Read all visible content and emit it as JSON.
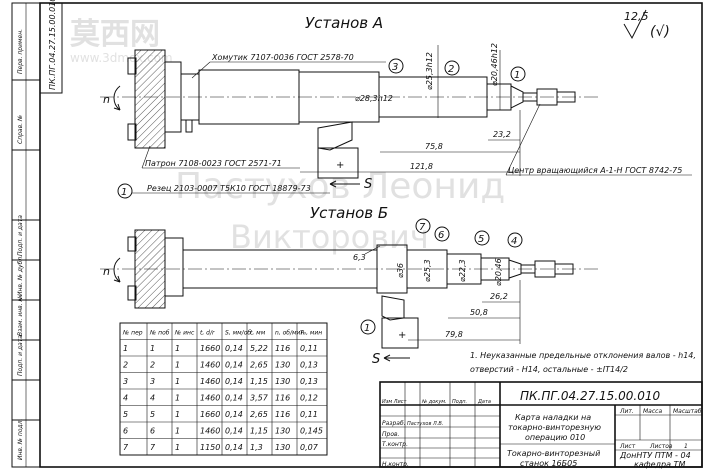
{
  "frame": {
    "stamp_vertical": "ПК.ПГ.04.27.15.00.010",
    "side_labels": [
      "Перв. примен.",
      "Справ. №",
      "Подп. и дата",
      "Инв. № дубл.",
      "Взам. инв. №",
      "Подп. и дата",
      "Инв. № подл."
    ]
  },
  "watermark": {
    "logo": "莫西网",
    "site": "www.3dmox.com",
    "author_line1": "Пастухов Леонид",
    "author_line2": "Викторович"
  },
  "roughness": {
    "value": "12,5",
    "bracket": "(√)"
  },
  "setup_a": {
    "title": "Установ А",
    "clamp_note": "Хомутик 7107-0036 ГОСТ 2578-70",
    "chuck_note": "Патрон 7108-0023 ГОСТ 2571-71",
    "tool_note": "Резец 2103-0007 Т5К10 ГОСТ 18879-73",
    "center_note": "Центр вращающийся А-1-Н ГОСТ 8742-75",
    "spindle_label": "n",
    "feed_label": "S",
    "tool_num": "1",
    "dims": {
      "d1": "⌀28,3h12",
      "d2": "⌀25,3h12",
      "d3": "⌀20,46h12",
      "l1": "23,2",
      "l2": "75,8",
      "l3": "121,8"
    },
    "surface_labels": [
      "3",
      "2",
      "1"
    ]
  },
  "setup_b": {
    "title": "Установ Б",
    "spindle_label": "n",
    "feed_label": "S",
    "tool_num": "1",
    "dims": {
      "r": "6,3",
      "d1": "⌀36",
      "d2": "⌀25,3",
      "d3": "⌀22,3",
      "d4": "⌀20,46",
      "l1": "26,2",
      "l2": "50,8",
      "l3": "79,8"
    },
    "surface_labels": [
      "7",
      "6",
      "5",
      "4"
    ]
  },
  "mode_table": {
    "headers": [
      "№ пер",
      "№ поб",
      "№ инс",
      "t, d/r",
      "S, мм/об",
      "t, мм",
      "n, об/мин",
      "T₀, мин"
    ],
    "rows": [
      [
        "1",
        "1",
        "1",
        "1660",
        "0,14",
        "5,22",
        "116",
        "0,11"
      ],
      [
        "2",
        "2",
        "1",
        "1460",
        "0,14",
        "2,65",
        "130",
        "0,13"
      ],
      [
        "3",
        "3",
        "1",
        "1460",
        "0,14",
        "1,15",
        "130",
        "0,13"
      ],
      [
        "4",
        "4",
        "1",
        "1460",
        "0,14",
        "3,57",
        "116",
        "0,12"
      ],
      [
        "5",
        "5",
        "1",
        "1660",
        "0,14",
        "2,65",
        "116",
        "0,11"
      ],
      [
        "6",
        "6",
        "1",
        "1460",
        "0,14",
        "1,15",
        "130",
        "0,145"
      ],
      [
        "7",
        "7",
        "1",
        "1150",
        "0,14",
        "1,3",
        "130",
        "0,07"
      ]
    ]
  },
  "notes": {
    "line1": "1. Неуказанные предельные отклонения валов - h14,",
    "line2": "отверстий - Н14, остальные - ±IT14/2"
  },
  "title_block": {
    "doc_code": "ПК.ПГ.04.27.15.00.010",
    "doc_name_1": "Карта наладки на",
    "doc_name_2": "токарно-винторезную",
    "doc_name_3": "операцию 010",
    "machine_1": "Токарно-винторезный",
    "machine_2": "станок 16Б05",
    "org_1": "ДонНТУ ПТМ - 04",
    "org_2": "кафедра ТМ",
    "col_lit": "Лит.",
    "col_mass": "Масса",
    "col_scale": "Масштаб",
    "col_sheet": "Лист",
    "col_sheets": "Листов",
    "sheets_count": "1",
    "col_change": "Изм Лист",
    "col_docnum": "№ докум.",
    "col_sign": "Подп.",
    "col_date": "Дата",
    "row_dev": "Разраб.",
    "row_dev_name": "Пастухов Л.В.",
    "row_check": "Пров.",
    "row_tcontrol": "Т.контр.",
    "row_ncontrol": "Н.контр."
  }
}
